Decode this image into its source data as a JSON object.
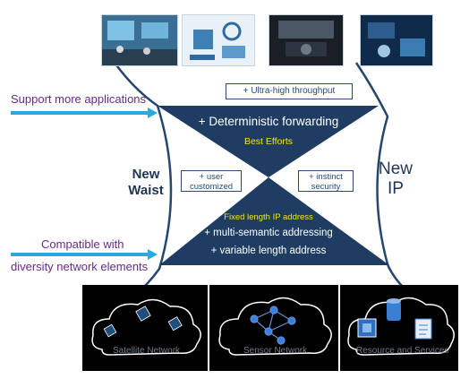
{
  "diagram": {
    "labels": {
      "support_more": "Support more applications",
      "compatible_1": "Compatible with",
      "compatible_2": "diversity network elements",
      "ultra_high": "+ Ultra-high throughput",
      "deterministic": "+ Deterministic forwarding",
      "best_efforts": "Best Efforts",
      "user_customized_1": "+ user",
      "user_customized_2": "customized",
      "instinct_security_1": "+ instinct",
      "instinct_security_2": "security",
      "new_waist_1": "New",
      "new_waist_2": "Waist",
      "new_ip_1": "New",
      "new_ip_2": "IP",
      "fixed_length": "Fixed length IP address",
      "multi_semantic": "+ multi-semantic addressing",
      "variable_length": "+ variable length address"
    },
    "networks": [
      {
        "label": "Satellite Network"
      },
      {
        "label": "Sensor Network"
      },
      {
        "label": "Resource and Services"
      }
    ]
  },
  "colors": {
    "navy": "#1f3d63",
    "arrow": "#2aa8e0",
    "yellow": "#f5e61e",
    "purple": "#6a2a8a"
  }
}
